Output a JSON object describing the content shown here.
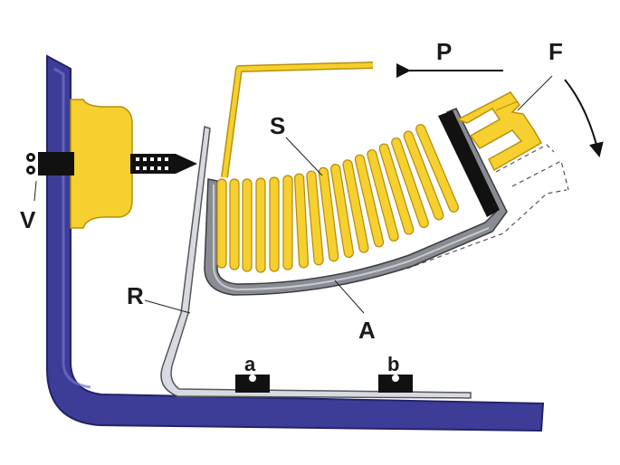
{
  "labels": {
    "P": "P",
    "F": "F",
    "S": "S",
    "V": "V",
    "R": "R",
    "A": "A",
    "a": "a",
    "b": "b"
  },
  "colors": {
    "frame": "#3f3f9a",
    "frame_dark": "#2a2a73",
    "yellow": "#f6d334",
    "yellow_edge": "#c79d12",
    "armature": "#7d7f86",
    "armature_light": "#c9cbd0",
    "black": "#111111",
    "dashed": "#666666"
  },
  "icons": {
    "force_arrow": "arrow-left-icon",
    "motion_arrow": "curved-arrow-icon"
  }
}
